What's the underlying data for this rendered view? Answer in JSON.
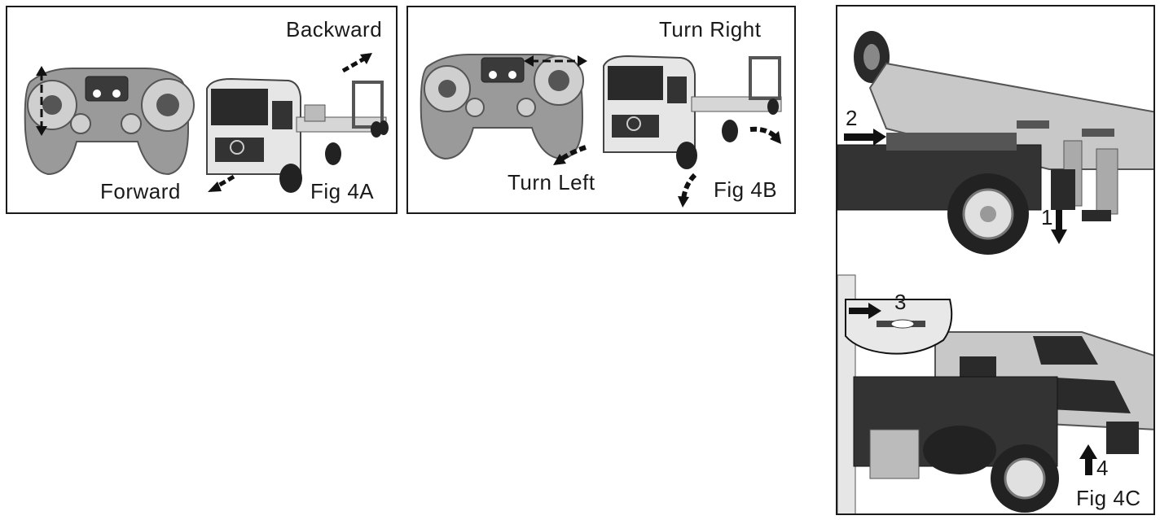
{
  "fig4a": {
    "label": "Fig 4A",
    "backward": "Backward",
    "forward": "Forward"
  },
  "fig4b": {
    "label": "Fig 4B",
    "turn_right": "Turn Right",
    "turn_left": "Turn Left"
  },
  "fig4c": {
    "label": "Fig 4C",
    "steps": [
      "1",
      "2",
      "3",
      "4"
    ]
  },
  "colors": {
    "line": "#1a1a1a",
    "light_gray": "#d0d0d0",
    "mid_gray": "#9a9a9a",
    "dark_gray": "#3a3a3a"
  }
}
